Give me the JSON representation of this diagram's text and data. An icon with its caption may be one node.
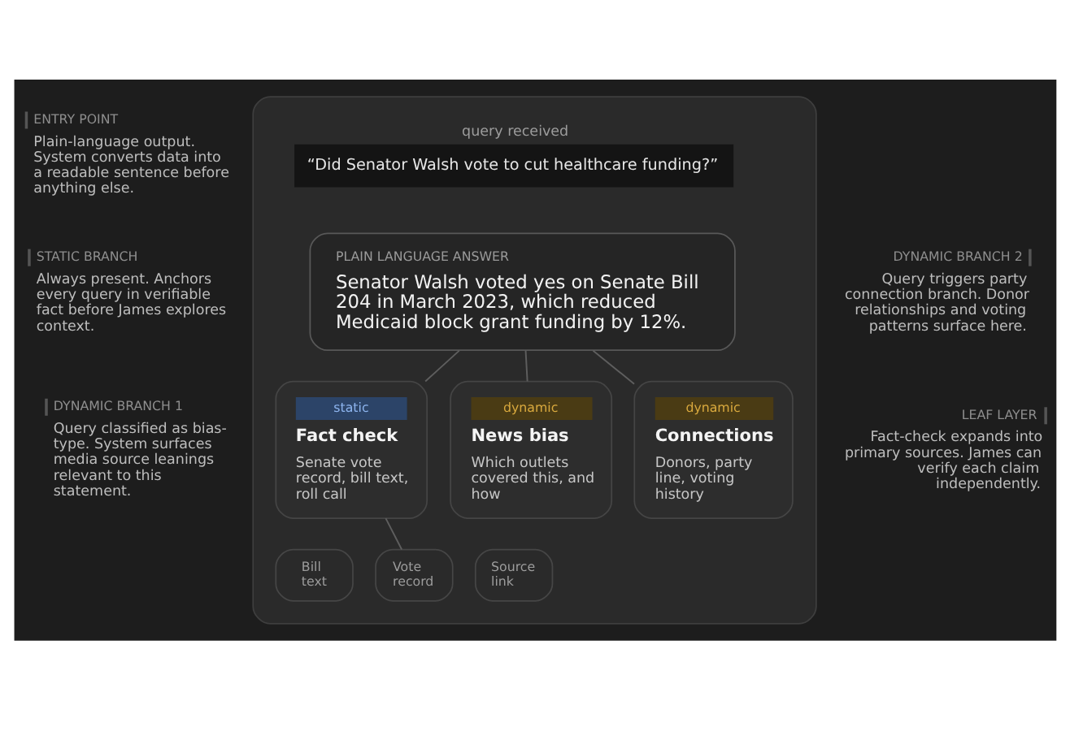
{
  "diagram": {
    "nodes": [
      {
        "text": [],
        "shape": "box"
      },
      {
        "text": [
          "query received",
          "“Did Senator Walsh vote to cut healthcare funding?”"
        ],
        "in": 0
      },
      {
        "text": [
          "PLAIN LANGUAGE ANSWER",
          "Senator Walsh voted yes on Senate Bill 204 in March 2023, which reduced Medicaid block grant funding by 12%."
        ],
        "in": 0
      },
      {
        "text": [
          "static",
          "Fact check",
          "Senate vote record, bill text, roll call"
        ],
        "in": 0
      },
      {
        "text": [
          "dynamic",
          "News bias",
          "Which outlets covered this, and how"
        ],
        "in": 0
      },
      {
        "text": [
          "dynamic",
          "Connections",
          "Donors, party line, voting history"
        ],
        "in": 0
      },
      {
        "text": [
          "Bill text"
        ],
        "in": 0
      },
      {
        "text": [
          "Vote record"
        ],
        "in": 0
      },
      {
        "text": [
          "Source link"
        ],
        "in": 0
      }
    ],
    "edges": [
      {
        "from": 2,
        "to": 3,
        "arrow": "none"
      },
      {
        "from": 2,
        "to": 4,
        "arrow": "none"
      },
      {
        "from": 2,
        "to": 5,
        "arrow": "none"
      },
      {
        "from": 3,
        "to": 7,
        "arrow": "none"
      }
    ],
    "labels": [
      "ENTRY POINT",
      "Plain-language output. System converts data into a readable sentence before anything else.",
      "STATIC BRANCH",
      "Always present. Anchors every query in verifiable fact before James explores context.",
      "DYNAMIC BRANCH 1",
      "Query classified as bias-type. System surfaces media source leanings relevant to this statement.",
      "DYNAMIC BRANCH 2",
      "Query triggers party connection branch. Donor relationships and voting patterns surface here.",
      "LEAF LAYER",
      "Fact-check expands into primary sources. James can verify each claim independently."
    ]
  }
}
